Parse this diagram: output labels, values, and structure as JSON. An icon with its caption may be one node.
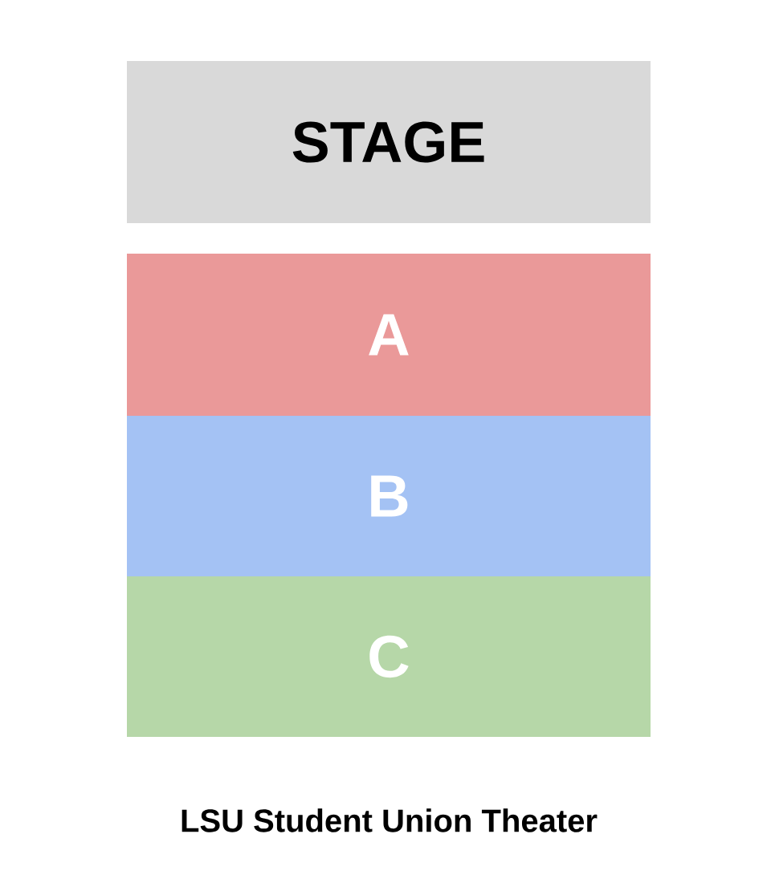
{
  "diagram": {
    "caption": "LSU Student Union Theater",
    "nodes": [
      {
        "text": [
          "STAGE"
        ]
      },
      {
        "text": [
          "A"
        ]
      },
      {
        "text": [
          "B"
        ]
      },
      {
        "text": [
          "C"
        ]
      }
    ]
  }
}
